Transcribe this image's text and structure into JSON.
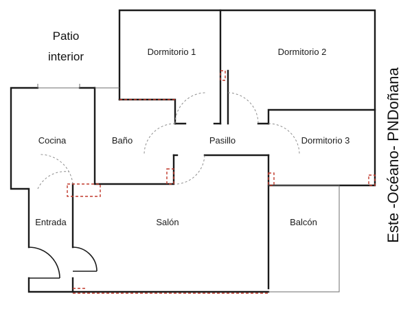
{
  "rooms": {
    "patio": [
      "Patio",
      "interior"
    ],
    "dormitorio1": "Dormitorio 1",
    "dormitorio2": "Dormitorio 2",
    "dormitorio3": "Dormitorio 3",
    "cocina": "Cocina",
    "bano": "Baño",
    "pasillo": "Pasillo",
    "entrada": "Entrada",
    "salon": "Salón",
    "balcon": "Balcón"
  },
  "orientation": "Este -Océano- PNDoñana",
  "colors": {
    "wall": "#1a1a1a",
    "marker": "#c0392b",
    "door_arc": "#8c8c8c"
  }
}
